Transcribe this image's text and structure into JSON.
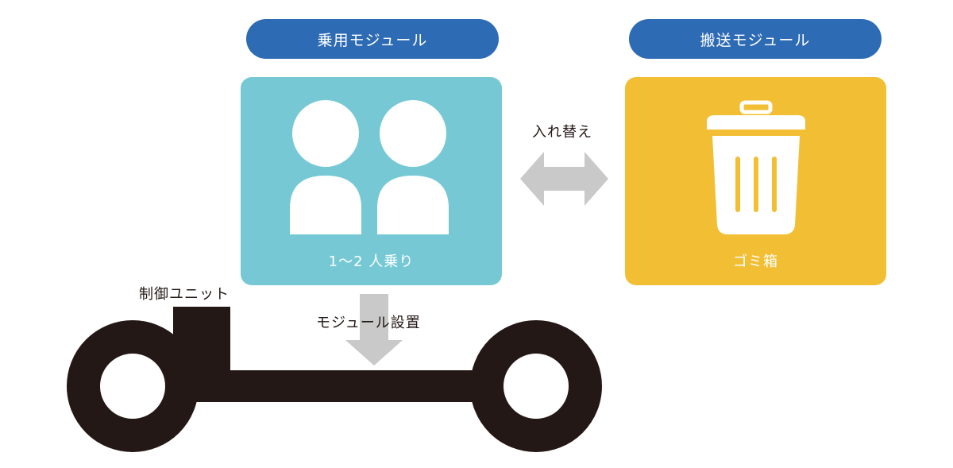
{
  "passenger_module": {
    "title": "乗用モジュール",
    "caption": "1～2 人乗り",
    "color": "#76c9d4",
    "icon": "two-people-icon"
  },
  "cargo_module": {
    "title": "搬送モジュール",
    "caption": "ゴミ箱",
    "color": "#f2bf34",
    "icon": "trash-can-icon"
  },
  "swap_label": "入れ替え",
  "install_label": "モジュール設置",
  "control_unit_label": "制御ユニット",
  "colors": {
    "pill": "#2e6bb5",
    "arrow": "#c9c9c9",
    "vehicle": "#231815"
  }
}
